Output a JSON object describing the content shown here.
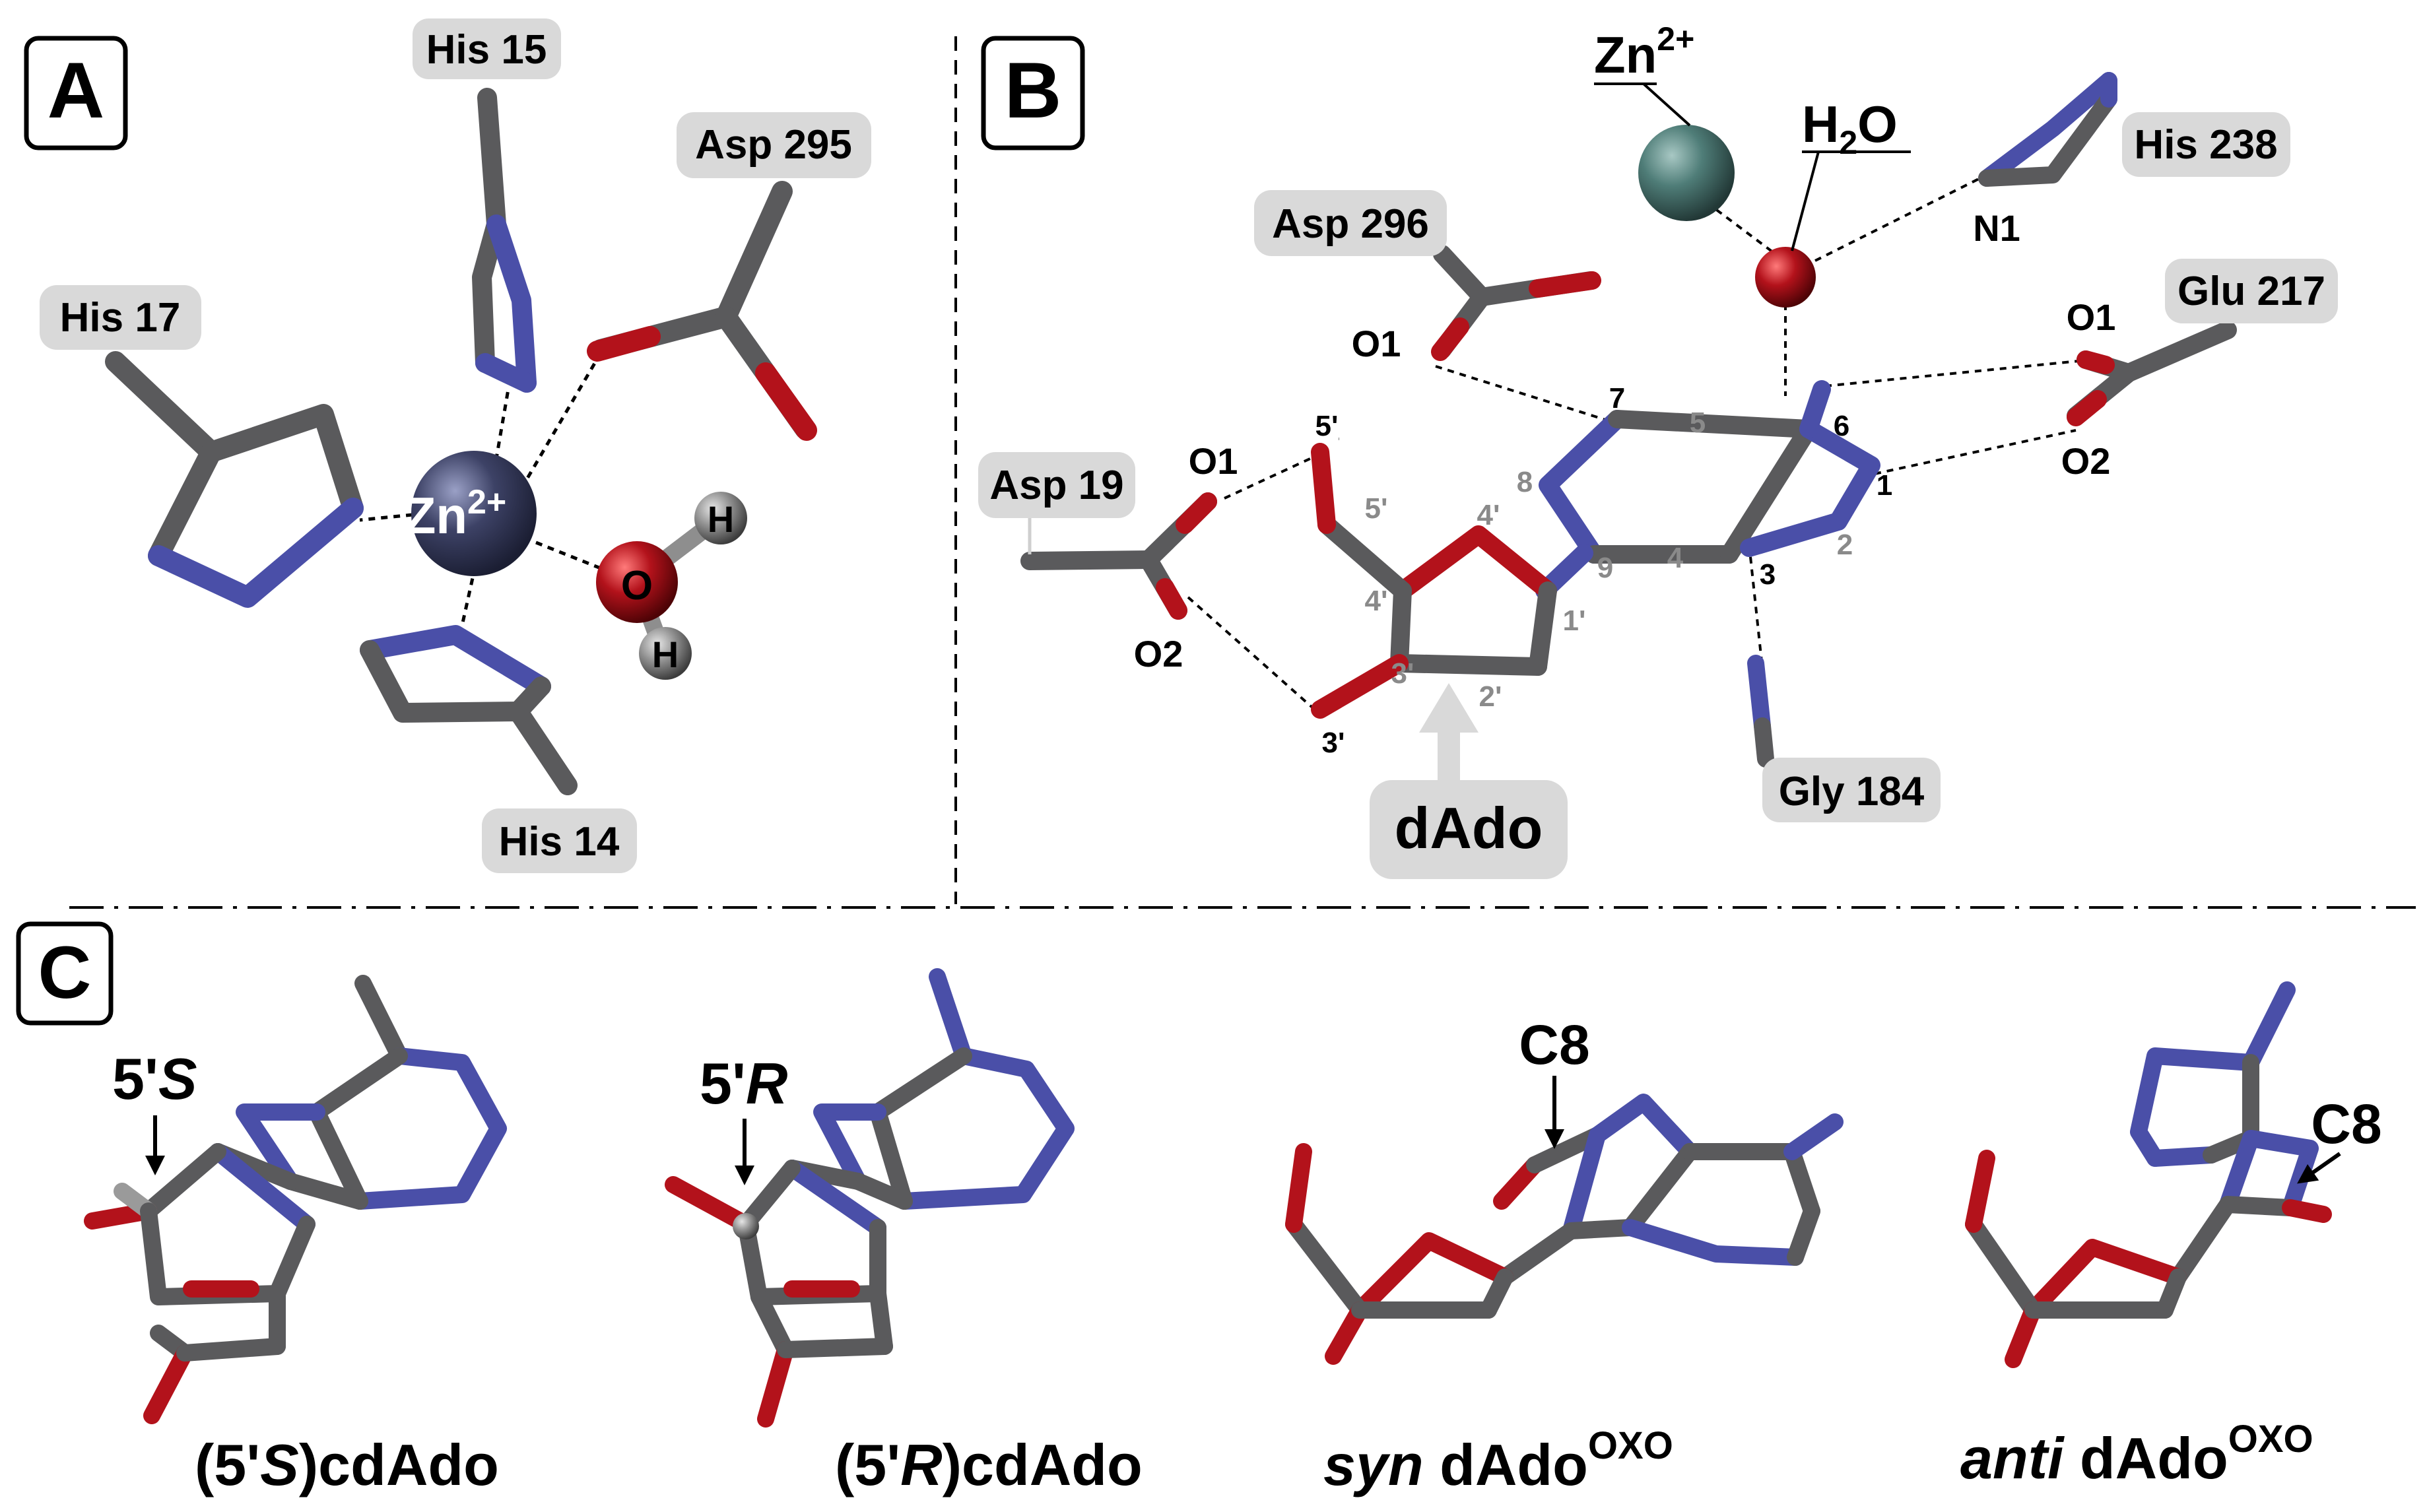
{
  "panels": {
    "a": {
      "label": "A"
    },
    "b": {
      "label": "B"
    },
    "c": {
      "label": "C"
    }
  },
  "colors": {
    "carbon": "#5a5a5c",
    "nitrogen": "#4a4fa8",
    "oxygen": "#b3121b",
    "hydrogen": "#9a9a9a",
    "zinc_a": "#3b3f63",
    "zinc_b": "#4f7d78",
    "label_box": "#d9d9d9"
  },
  "panel_a": {
    "residues": {
      "his15": "His 15",
      "asp295": "Asp 295",
      "his17": "His 17",
      "his14": "His 14"
    },
    "zinc": {
      "symbol": "Zn",
      "charge": "2+"
    },
    "water": {
      "o": "O",
      "h1": "H",
      "h2": "H"
    }
  },
  "panel_b": {
    "residues": {
      "asp296": "Asp 296",
      "his238": "His 238",
      "glu217": "Glu 217",
      "asp19": "Asp 19",
      "gly184": "Gly 184"
    },
    "zinc": {
      "symbol": "Zn",
      "charge": "2+"
    },
    "water": {
      "h": "H",
      "sub": "2",
      "o": "O"
    },
    "atoms": {
      "n1": "N1",
      "asp296_o1": "O1",
      "glu_o1": "O1",
      "glu_o2": "O2",
      "asp19_o1": "O1",
      "asp19_o2": "O2",
      "o5p_top": "5'",
      "o3p_bottom": "3'"
    },
    "ring_numbers": {
      "n7": "7",
      "c5": "5",
      "c6": "6",
      "n1": "1",
      "c2": "2",
      "n3": "3",
      "c4": "4",
      "n9": "9",
      "c8": "8"
    },
    "sugar_numbers": {
      "c5p": "5'",
      "o4p": "4'",
      "c4p": "4'",
      "c3p": "3'",
      "c2p": "2'",
      "c1p": "1'"
    },
    "ligand": "dAdo"
  },
  "panel_c": {
    "m1": {
      "pre": "(5'",
      "italic": "S",
      "post": ")cdAdo",
      "tag_pre": "5'",
      "tag_italic": "S"
    },
    "m2": {
      "pre": "(5'",
      "italic": "R",
      "post": ")cdAdo",
      "tag_pre": "5'",
      "tag_italic": "R"
    },
    "m3": {
      "italic": "syn",
      "name": " dAdo",
      "sup": "OXO",
      "tag": "C8"
    },
    "m4": {
      "italic": "anti",
      "name": " dAdo",
      "sup": "OXO",
      "tag": "C8"
    }
  }
}
